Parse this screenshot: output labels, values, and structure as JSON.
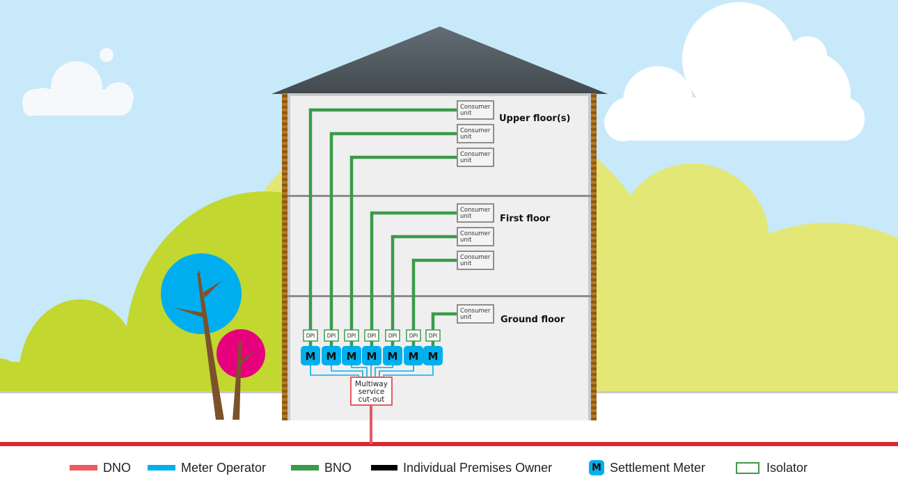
{
  "colors": {
    "sky": "#c8e9fa",
    "cloud": "#ffffff",
    "hill_back": "#e3e775",
    "hill_front": "#c2d72f",
    "roof_top": "#5f6a72",
    "roof_bottom": "#444c53",
    "wall_pole": "#9a6414",
    "interior": "#efefef",
    "floor_divider": "#8c8c8c",
    "dno": "#e0242f",
    "dno_legend": "#ee5a5f",
    "meter_operator": "#00b0ec",
    "bno": "#3a9a49",
    "owner": "#000000",
    "tree_blue": "#00aeef",
    "tree_pink": "#e6007e",
    "trunk": "#7b522a"
  },
  "floors": [
    {
      "label": "Upper floor(s)",
      "consumer_units": 3
    },
    {
      "label": "First floor",
      "consumer_units": 3
    },
    {
      "label": "Ground floor",
      "consumer_units": 1
    }
  ],
  "consumer_unit": {
    "line1": "Consumer",
    "line2": "unit"
  },
  "isolator_label": "DPI",
  "meter_label": "M",
  "meter_count": 7,
  "cutout": {
    "line1": "Multiway",
    "line2": "service",
    "line3": "cut-out"
  },
  "legend": {
    "dno": "DNO",
    "meter_operator": "Meter Operator",
    "bno": "BNO",
    "owner": "Individual Premises Owner",
    "settlement_meter": "Settlement Meter",
    "settlement_meter_glyph": "M",
    "isolator": "Isolator"
  }
}
